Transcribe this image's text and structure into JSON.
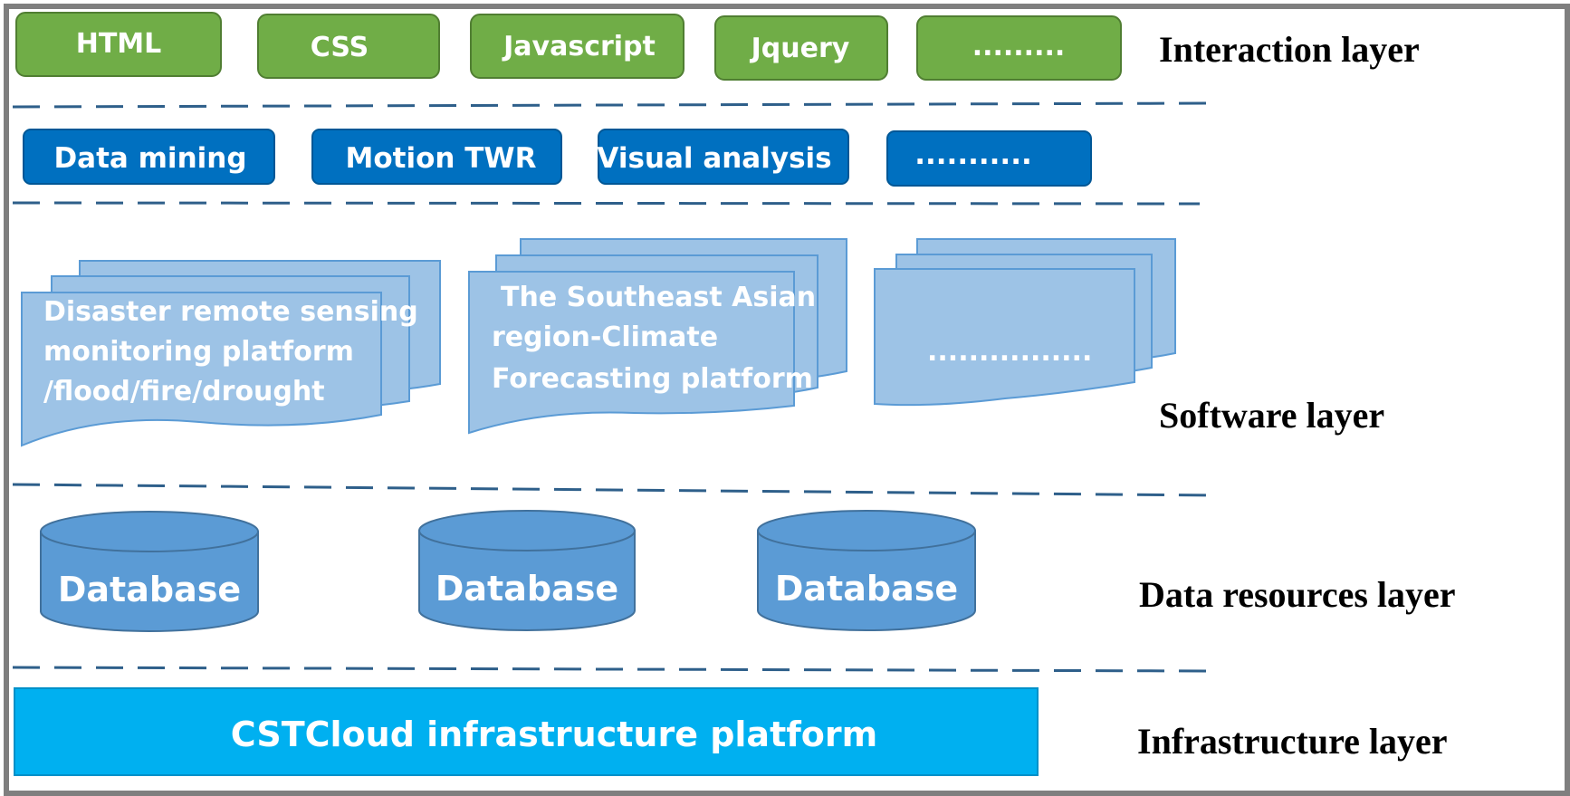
{
  "layers": {
    "interaction": "Interaction layer",
    "software": "Software layer",
    "data_resources": "Data resources layer",
    "infrastructure": "Infrastructure layer"
  },
  "interaction_items": [
    "HTML",
    "CSS",
    "Javascript",
    "Jquery",
    "........."
  ],
  "module_items": [
    "Data mining",
    "Motion TWR",
    "Visual analysis",
    "..........."
  ],
  "platforms": [
    [
      "Disaster remote sensing",
      "monitoring platform",
      "/flood/fire/drought"
    ],
    [
      "The Southeast Asian",
      "region-Climate",
      "Forecasting platform"
    ],
    [
      "................"
    ]
  ],
  "databases": [
    "Database",
    "Database",
    "Database"
  ],
  "infrastructure_platform": "CSTCloud infrastructure platform",
  "colors": {
    "interaction_fill": "#70ad47",
    "module_fill": "#0070c0",
    "document_fill": "#9dc3e6",
    "database_fill": "#5b9bd5",
    "infrastructure_fill": "#00b0f0",
    "divider": "#2e5f8a",
    "frame": "#7f7f7f"
  }
}
